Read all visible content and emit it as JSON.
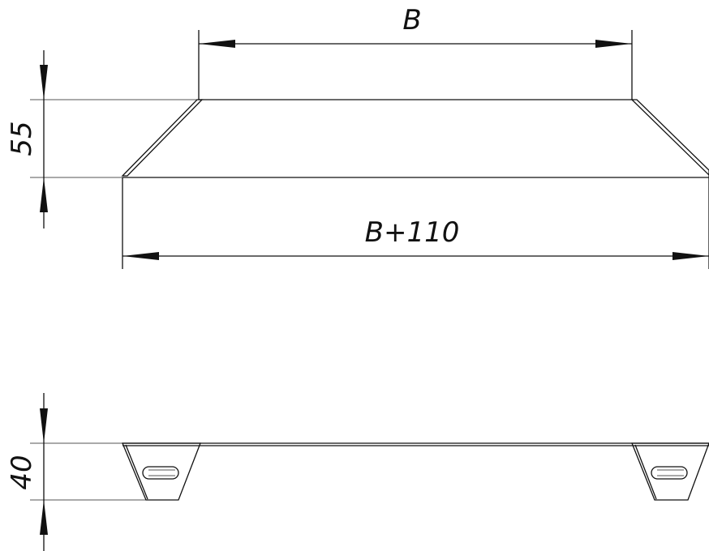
{
  "drawing": {
    "top_view": {
      "width_label": "B",
      "overall_width_label": "B+110",
      "height_label": "55"
    },
    "bottom_view": {
      "height_label": "40"
    }
  }
}
